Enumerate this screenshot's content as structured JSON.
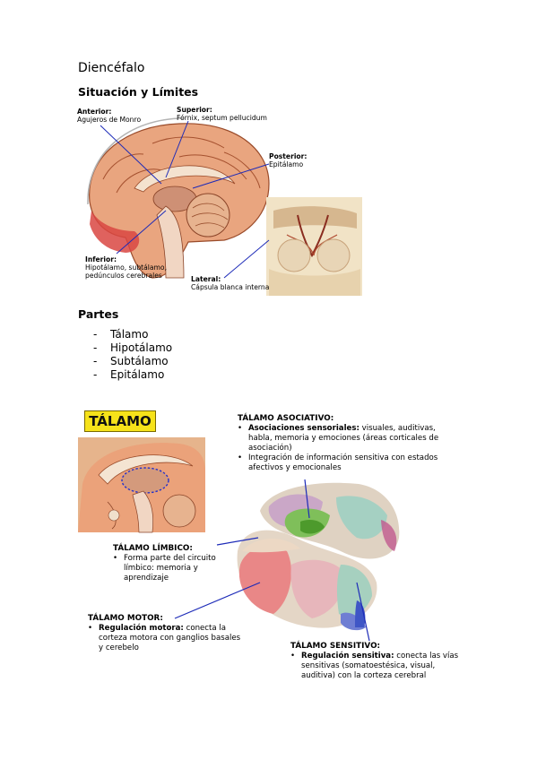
{
  "doc": {
    "title": "Diencéfalo",
    "section1": "Situación y Límites",
    "section2": "Partes"
  },
  "figure1": {
    "anterior_title": "Anterior:",
    "anterior_text": "Agujeros de Monro",
    "superior_title": "Superior:",
    "superior_text": "Fórnix, septum pellucidum",
    "posterior_title": "Posterior:",
    "posterior_text": "Epitálamo",
    "inferior_title": "Inferior:",
    "inferior_line1": "Hipotálamo, subtálamo,",
    "inferior_line2": "pedúnculos cerebrales",
    "lateral_title": "Lateral:",
    "lateral_text": "Cápsula blanca interna"
  },
  "parts": [
    "Tálamo",
    "Hipotálamo",
    "Subtálamo",
    "Epitálamo"
  ],
  "figure2": {
    "badge": "TÁLAMO",
    "asociativo_title": "TÁLAMO ASOCIATIVO:",
    "asociativo_b1_bold": "Asociaciones sensoriales:",
    "asociativo_b1_rest": " visuales, auditivas,",
    "asociativo_b1_line2": "habla, memoria y emociones (áreas corticales de",
    "asociativo_b1_line3": "asociación)",
    "asociativo_b2_line1": "Integración de información sensitiva con estados",
    "asociativo_b2_line2": "afectivos y emocionales",
    "limbico_title": "TÁLAMO LÍMBICO:",
    "limbico_line1": "Forma parte del circuito",
    "limbico_line2": "límbico: memoria y",
    "limbico_line3": "aprendizaje",
    "motor_title": "TÁLAMO MOTOR:",
    "motor_bold": "Regulación motora:",
    "motor_rest": " conecta la",
    "motor_line2": "corteza motora con ganglios basales",
    "motor_line3": "y cerebelo",
    "sensitivo_title": "TÁLAMO SENSITIVO:",
    "sensitivo_bold": "Regulación sensitiva:",
    "sensitivo_rest": " conecta las vías",
    "sensitivo_line2": "sensitivas (somatoestésica, visual,",
    "sensitivo_line3": "auditiva) con la corteza cerebral"
  }
}
